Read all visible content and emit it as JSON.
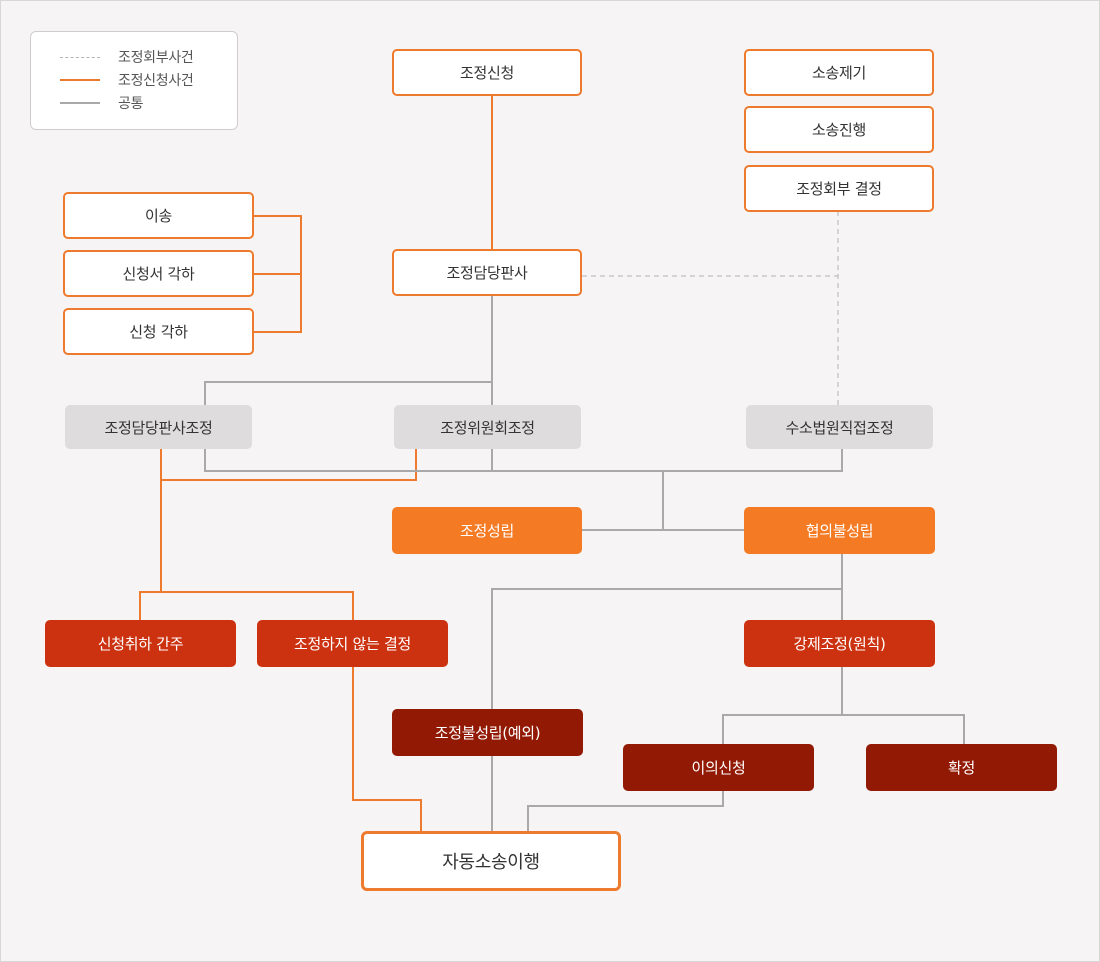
{
  "legend": {
    "dashed": "조정회부사건",
    "orange": "조정신청사건",
    "gray": "공통"
  },
  "nodes": {
    "mediation_application": "조정신청",
    "lawsuit_filing": "소송제기",
    "lawsuit_progress": "소송진행",
    "referral_decision": "조정회부 결정",
    "transfer": "이송",
    "application_form_dismissal": "신청서 각하",
    "application_dismissal": "신청 각하",
    "presiding_judge": "조정담당판사",
    "judge_mediation": "조정담당판사조정",
    "committee_mediation": "조정위원회조정",
    "court_direct_mediation": "수소법원직접조정",
    "mediation_success": "조정성립",
    "agreement_failure": "협의불성립",
    "deemed_withdrawal": "신청취하 간주",
    "no_mediation_decision": "조정하지 않는 결정",
    "compulsory_mediation": "강제조정(원칙)",
    "mediation_failure_exception": "조정불성립(예외)",
    "objection": "이의신청",
    "finalization": "확정",
    "automatic_litigation": "자동소송이행"
  },
  "colors": {
    "orange_line": "#ee7a2e",
    "gray_line": "#a9a9a9",
    "dashed_line": "#b3b3b3",
    "orange_fill": "#f47a23",
    "red_fill": "#cc3210",
    "dark_red_fill": "#921a05",
    "gray_fill": "#dedcdc"
  }
}
